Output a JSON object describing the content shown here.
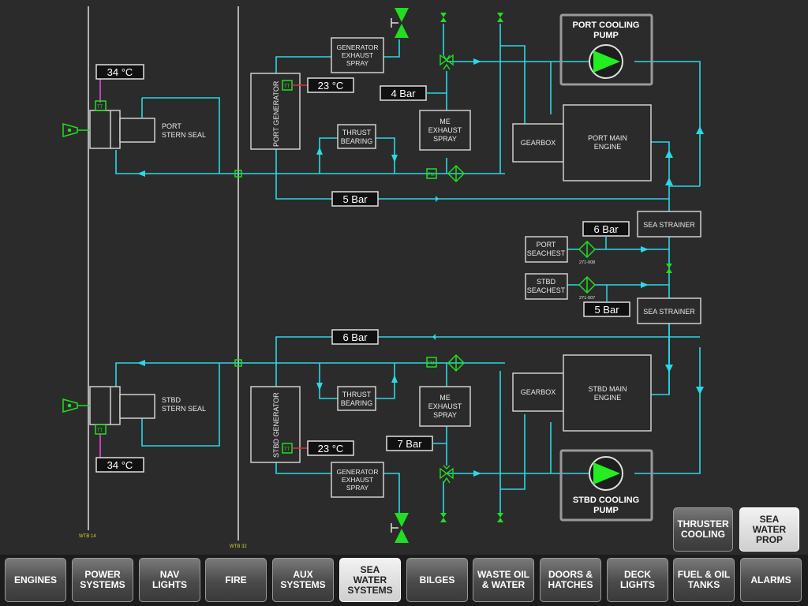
{
  "readouts": {
    "port_seal_temp": "34 °C",
    "stbd_seal_temp": "34 °C",
    "port_gen_temp": "23 °C",
    "stbd_gen_temp": "23 °C",
    "port_pump_pressure": "4 Bar",
    "stbd_pump_pressure": "7 Bar",
    "port_return_pressure": "5 Bar",
    "stbd_return_pressure": "6 Bar",
    "port_chest_pressure": "6 Bar",
    "stbd_chest_pressure": "5 Bar"
  },
  "labels": {
    "port_stern_seal": [
      "PORT",
      "STERN SEAL"
    ],
    "stbd_stern_seal": [
      "STBD",
      "STERN SEAL"
    ],
    "port_generator": "PORT GENERATOR",
    "stbd_generator": "STBD GENERATOR",
    "gen_exhaust_spray": [
      "GENERATOR",
      "EXHAUST",
      "SPRAY"
    ],
    "thrust_bearing": [
      "THRUST",
      "BEARING"
    ],
    "me_exhaust_spray": [
      "ME",
      "EXHAUST",
      "SPRAY"
    ],
    "gearbox": "GEARBOX",
    "port_main_engine": [
      "PORT MAIN",
      "ENGINE"
    ],
    "stbd_main_engine": [
      "STBD MAIN",
      "ENGINE"
    ],
    "port_cooling_pump": [
      "PORT COOLING",
      "PUMP"
    ],
    "stbd_cooling_pump": [
      "STBD COOLING",
      "PUMP"
    ],
    "sea_strainer": "SEA STRAINER",
    "port_seachest": [
      "PORT",
      "SEACHEST"
    ],
    "stbd_seachest": [
      "STBD",
      "SEACHEST"
    ],
    "valve_port_id": "271-008",
    "valve_stbd_id": "271-007",
    "wtb14": "WTB 14",
    "wtb32": "WTB 32",
    "tt": "TT",
    "fm": "FM"
  },
  "side_buttons": [
    {
      "label": "THRUSTER\nCOOLING",
      "active": false
    },
    {
      "label": "SEA\nWATER\nPROP",
      "active": true
    }
  ],
  "nav": [
    {
      "label": "ENGINES",
      "active": false
    },
    {
      "label": "POWER\nSYSTEMS",
      "active": false
    },
    {
      "label": "NAV\nLIGHTS",
      "active": false
    },
    {
      "label": "FIRE",
      "active": false
    },
    {
      "label": "AUX\nSYSTEMS",
      "active": false
    },
    {
      "label": "SEA\nWATER\nSYSTEMS",
      "active": true
    },
    {
      "label": "BILGES",
      "active": false
    },
    {
      "label": "WASTE OIL\n& WATER",
      "active": false
    },
    {
      "label": "DOORS &\nHATCHES",
      "active": false
    },
    {
      "label": "DECK\nLIGHTS",
      "active": false
    },
    {
      "label": "FUEL & OIL\nTANKS",
      "active": false
    },
    {
      "label": "ALARMS",
      "active": false
    }
  ],
  "colors": {
    "pipe": "#2ad8e6",
    "valve": "#22dd22",
    "pump": "#22ee22",
    "sensor_line": "#c040c0",
    "box": "#cfcfcf",
    "background": "#2b2b2b"
  }
}
